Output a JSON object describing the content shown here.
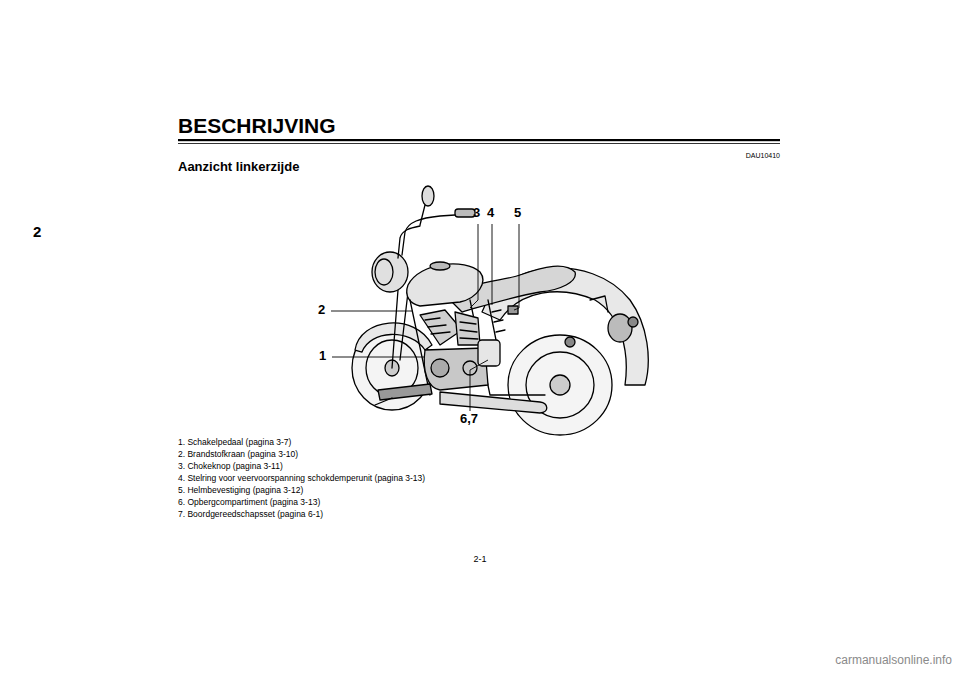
{
  "diagram": {
    "title": "BESCHRIJVING",
    "labels": [
      "2",
      "DAU10410",
      "Aanzicht linkerzijde",
      "3",
      "4",
      "5",
      "2",
      "1",
      "6,7",
      "1. Schakelpedaal (pagina 3-7)",
      "2. Brandstofkraan (pagina 3-10)",
      "3. Chokeknop (pagina 3-11)",
      "4. Stelring voor veervoorspanning schokdemperunit (pagina 3-13)",
      "5. Helmbevestiging (pagina 3-12)",
      "6. Opbergcompartiment (pagina 3-13)",
      "7. Boordgereedschapsset (pagina 6-1)",
      "2-1",
      "carmanualsonline.info"
    ]
  }
}
